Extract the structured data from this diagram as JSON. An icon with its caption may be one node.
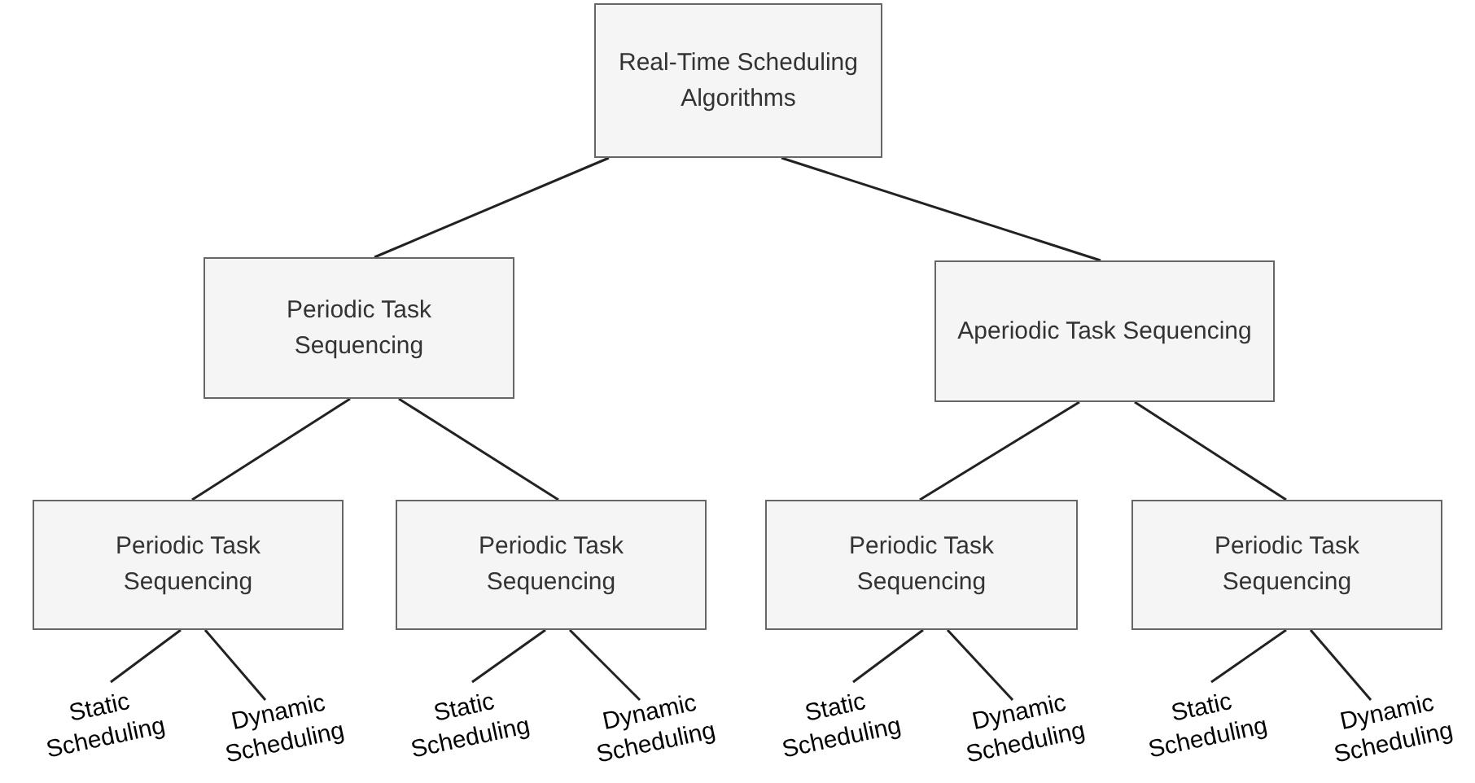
{
  "diagram": {
    "nodes": [
      {
        "text": [
          "Real-Time Scheduling Algorithms"
        ]
      },
      {
        "text": [
          "Periodic Task Sequencing"
        ]
      },
      {
        "text": [
          "Aperiodic Task Sequencing"
        ]
      },
      {
        "text": [
          "Periodic Task Sequencing"
        ]
      },
      {
        "text": [
          "Periodic Task Sequencing"
        ]
      },
      {
        "text": [
          "Periodic Task Sequencing"
        ]
      },
      {
        "text": [
          "Periodic Task Sequencing"
        ]
      },
      {
        "text": [
          "Static Scheduling"
        ]
      },
      {
        "text": [
          "Dynamic Scheduling"
        ]
      },
      {
        "text": [
          "Static Scheduling"
        ]
      },
      {
        "text": [
          "Dynamic Scheduling"
        ]
      },
      {
        "text": [
          "Static Scheduling"
        ]
      },
      {
        "text": [
          "Dynamic Scheduling"
        ]
      },
      {
        "text": [
          "Static Scheduling"
        ]
      },
      {
        "text": [
          "Dynamic Scheduling"
        ]
      }
    ],
    "edges": [
      {
        "from": 0,
        "to": 1,
        "arrow": "none"
      },
      {
        "from": 0,
        "to": 2,
        "arrow": "none"
      },
      {
        "from": 1,
        "to": 3,
        "arrow": "none"
      },
      {
        "from": 1,
        "to": 4,
        "arrow": "none"
      },
      {
        "from": 2,
        "to": 5,
        "arrow": "none"
      },
      {
        "from": 2,
        "to": 6,
        "arrow": "none"
      },
      {
        "from": 3,
        "to": 7,
        "arrow": "none"
      },
      {
        "from": 3,
        "to": 8,
        "arrow": "none"
      },
      {
        "from": 4,
        "to": 9,
        "arrow": "none"
      },
      {
        "from": 4,
        "to": 10,
        "arrow": "none"
      },
      {
        "from": 5,
        "to": 11,
        "arrow": "none"
      },
      {
        "from": 5,
        "to": 12,
        "arrow": "none"
      },
      {
        "from": 6,
        "to": 13,
        "arrow": "none"
      },
      {
        "from": 6,
        "to": 14,
        "arrow": "none"
      }
    ]
  }
}
